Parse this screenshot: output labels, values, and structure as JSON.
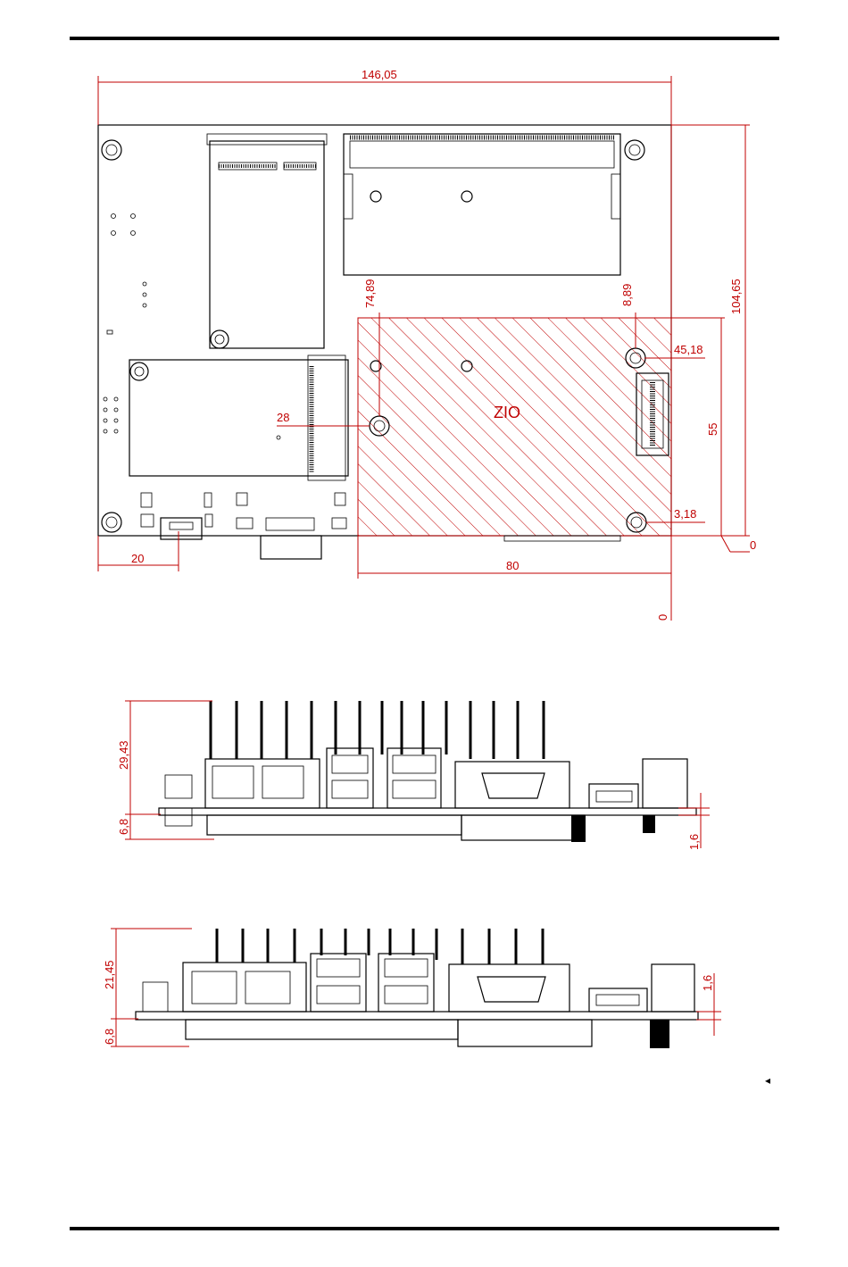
{
  "top_view": {
    "dim_width": "146,05",
    "dim_height": "104,65",
    "dim_74_89": "74,89",
    "dim_8_89": "8,89",
    "dim_45_18": "45,18",
    "dim_28": "28",
    "dim_55": "55",
    "dim_3_18": "3,18",
    "dim_20": "20",
    "dim_80": "80",
    "origin_x": "0",
    "origin_y": "0",
    "zio_label": "ZIO"
  },
  "side_view_1": {
    "dim_height": "29,43",
    "dim_bottom": "6,8",
    "dim_pcb": "1,6"
  },
  "side_view_2": {
    "dim_height": "21,45",
    "dim_bottom": "6,8",
    "dim_pcb": "1,6"
  },
  "page_marker": "◂",
  "colors": {
    "dimension": "#c00000",
    "outline": "#000000"
  }
}
